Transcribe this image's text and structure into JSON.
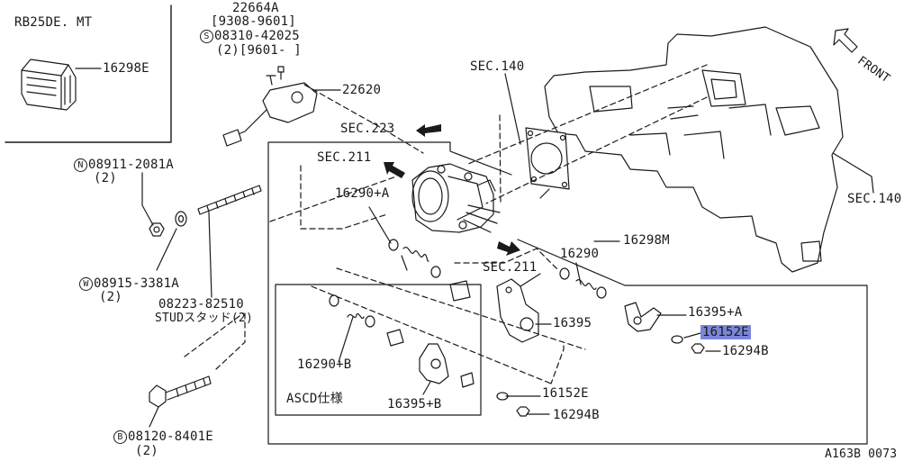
{
  "engine_note": "RB25DE. MT",
  "diagram_code": "A163B 0073",
  "front_label": "FRONT",
  "option_label": "ASCD仕様",
  "parts": {
    "p16298E_top": "16298E",
    "p22664A": "22664A",
    "p22664A_range": "[9308-9601]",
    "s_prefix": "S",
    "s_bolt": "08310-42025",
    "s_bolt_qty": "(2)[9601-    ]",
    "p22620": "22620",
    "sec223": "SEC.223",
    "sec140_top": "SEC.140",
    "sec140_right": "SEC.140",
    "sec211_upper": "SEC.211",
    "sec211_lower": "SEC.211",
    "n_prefix": "N",
    "n_nut": "08911-2081A",
    "n_qty": "(2)",
    "w_prefix": "W",
    "w_washer": "08915-3381A",
    "w_qty": "(2)",
    "stud": "08223-82510",
    "stud_note": "STUDスタッド(2)",
    "b_prefix": "B",
    "b_bolt": "08120-8401E",
    "b_qty": "(2)",
    "p16290A": "16290+A",
    "p16290": "16290",
    "p16298M": "16298M",
    "p16395": "16395",
    "p16395A": "16395+A",
    "p16152E_hl": "16152E",
    "p16294B_right": "16294B",
    "p16290B": "16290+B",
    "p16395B": "16395+B",
    "p16152E_low": "16152E",
    "p16294B_low": "16294B"
  }
}
